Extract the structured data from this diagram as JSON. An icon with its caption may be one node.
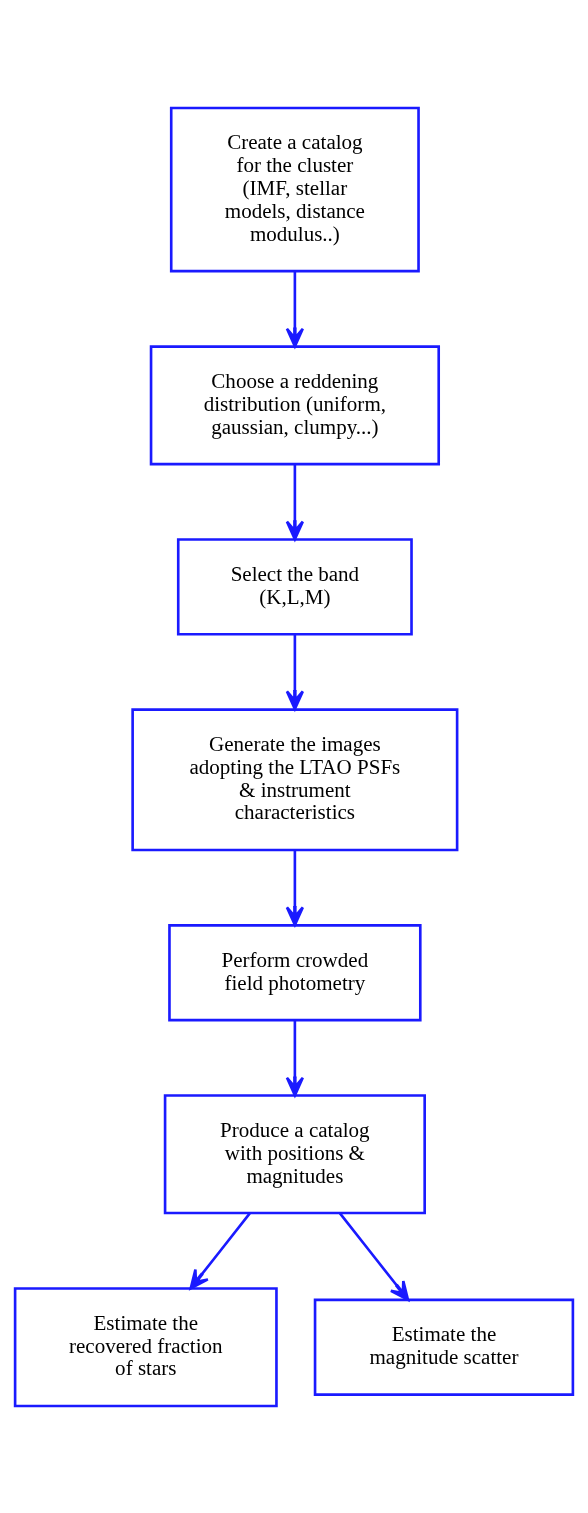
{
  "diagram": {
    "nodes": [
      {
        "text": [
          "Create a catalog for the cluster (IMF, stellar models, distance modulus..)"
        ]
      },
      {
        "text": [
          "Choose a reddening distribution (uniform, gaussian, clumpy...)"
        ]
      },
      {
        "text": [
          "Select the band (K,L,M)"
        ]
      },
      {
        "text": [
          "Generate the images adopting the LTAO PSFs & instrument characteristics"
        ]
      },
      {
        "text": [
          "Perform crowded field photometry"
        ]
      },
      {
        "text": [
          "Produce a catalog with positions & magnitudes"
        ]
      },
      {
        "text": [
          "Estimate the recovered fraction of stars"
        ]
      },
      {
        "text": [
          "Estimate the magnitude scatter"
        ]
      }
    ],
    "edges": [
      {
        "from": 0,
        "to": 1,
        "arrow": "to"
      },
      {
        "from": 1,
        "to": 2,
        "arrow": "to"
      },
      {
        "from": 2,
        "to": 3,
        "arrow": "to"
      },
      {
        "from": 3,
        "to": 4,
        "arrow": "to"
      },
      {
        "from": 4,
        "to": 5,
        "arrow": "to"
      },
      {
        "from": 5,
        "to": 6,
        "arrow": "to"
      },
      {
        "from": 5,
        "to": 7,
        "arrow": "to"
      }
    ]
  }
}
